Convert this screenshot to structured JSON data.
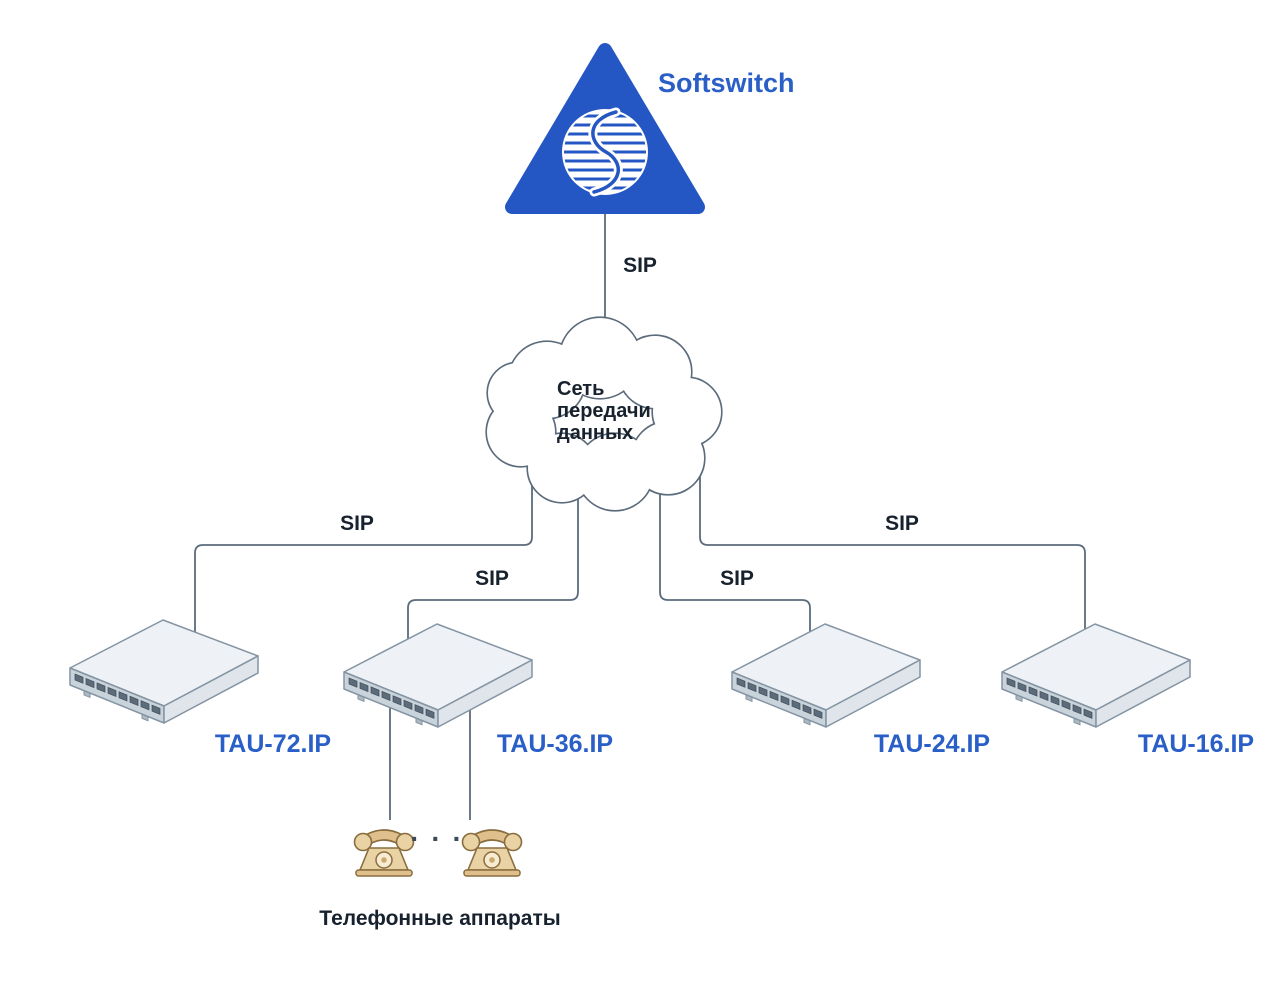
{
  "diagram": {
    "softswitch_label": "Softswitch",
    "cloud": {
      "line1": "Сеть",
      "line2": "передачи",
      "line3": "данных"
    },
    "sip_labels": {
      "top": "SIP",
      "far_left": "SIP",
      "mid_left": "SIP",
      "mid_right": "SIP",
      "far_right": "SIP"
    },
    "devices": [
      {
        "label": "TAU-72.IP"
      },
      {
        "label": "TAU-36.IP"
      },
      {
        "label": "TAU-24.IP"
      },
      {
        "label": "TAU-16.IP"
      }
    ],
    "phones": {
      "dots": "· · ·",
      "caption": "Телефонные аппараты"
    },
    "colors": {
      "accent_blue": "#2457c4",
      "label_blue": "#2a5fc8",
      "line_gray": "#5b6b7b",
      "text_dark": "#17222e"
    }
  }
}
